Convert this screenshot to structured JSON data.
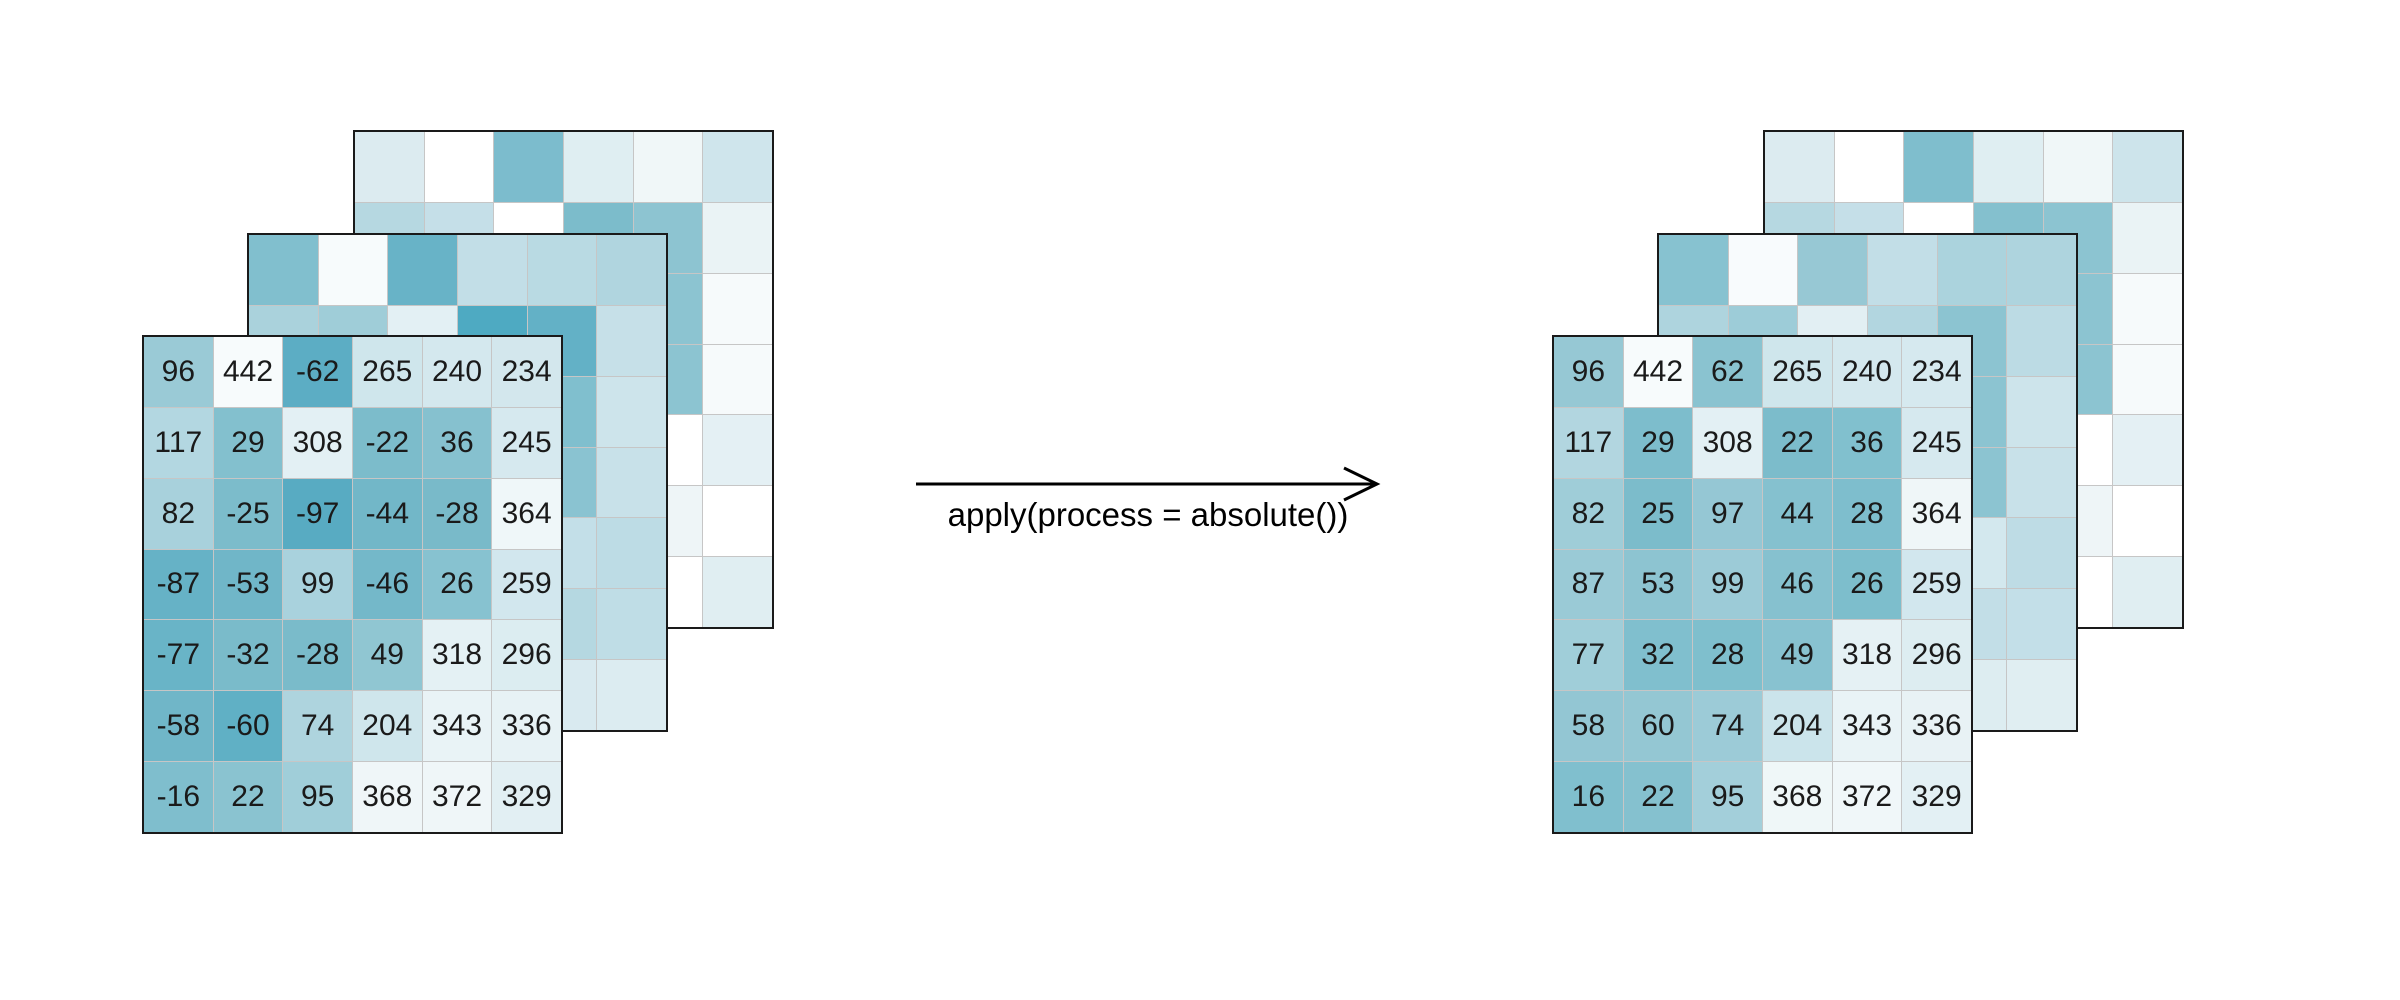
{
  "arrow_label": "apply(process = absolute())",
  "colors": {
    "background": "#ffffff",
    "grid_line": "#c6c6c6",
    "grid_border": "#1a1a1a",
    "value_text": "#1a1a1a",
    "arrow": "#000000"
  },
  "left_stack": {
    "role": "input datacube",
    "back": {
      "colors": [
        [
          "#dcebf0",
          "#ffffff",
          "#7cbccd",
          "#dfeef2",
          "#f0f7f8",
          "#cfe5ec"
        ],
        [
          "#b6d8e1",
          "#c5dfe8",
          "#ffffff",
          "#7cbccb",
          "#8dc4d1",
          "#eaf3f5"
        ],
        [
          null,
          null,
          null,
          null,
          "#8cc4d1",
          "#f6fafb"
        ],
        [
          null,
          null,
          null,
          null,
          "#8cc4d1",
          "#f6fafb"
        ],
        [
          null,
          null,
          null,
          null,
          "#ffffff",
          "#e4f0f4"
        ],
        [
          null,
          null,
          null,
          null,
          "#eef5f7",
          "#ffffff"
        ],
        [
          null,
          null,
          null,
          null,
          "#ffffff",
          "#e0eef2"
        ]
      ]
    },
    "middle": {
      "colors": [
        [
          "#81bfce",
          "#f7fbfc",
          "#68b3c7",
          "#c2dee7",
          "#b9dae3",
          "#b0d5df"
        ],
        [
          "#aad2dc",
          "#9fcdd8",
          "#e3f0f4",
          "#4eaac2",
          "#63b1c6",
          "#c6e0e8"
        ],
        [
          null,
          null,
          null,
          null,
          "#80bfce",
          "#cde4eb"
        ],
        [
          null,
          null,
          null,
          null,
          "#8ac3d1",
          "#c8e1e9"
        ],
        [
          null,
          null,
          null,
          null,
          "#c3dfe8",
          "#bddce5"
        ],
        [
          null,
          null,
          null,
          null,
          "#b5d8e1",
          "#bfdde6"
        ],
        [
          null,
          null,
          null,
          null,
          "#d9eaf0",
          "#dcecf1"
        ]
      ]
    },
    "front": {
      "values": [
        [
          96,
          442,
          -62,
          265,
          240,
          234
        ],
        [
          117,
          29,
          308,
          -22,
          36,
          245
        ],
        [
          82,
          -25,
          -97,
          -44,
          -28,
          364
        ],
        [
          -87,
          -53,
          99,
          -46,
          26,
          259
        ],
        [
          -77,
          -32,
          -28,
          49,
          318,
          296
        ],
        [
          -58,
          -60,
          74,
          204,
          343,
          336
        ],
        [
          -16,
          22,
          95,
          368,
          372,
          329
        ]
      ],
      "colors": [
        [
          "#9acad6",
          "#f7fbfc",
          "#5cadc4",
          "#cfe6ec",
          "#d4e8ee",
          "#d3e7ed"
        ],
        [
          "#b3d7e1",
          "#83c0ce",
          "#e3f0f4",
          "#7cbccb",
          "#86c1cf",
          "#d6e9ef"
        ],
        [
          "#a8d1dc",
          "#7cbccb",
          "#58abc2",
          "#72b7c8",
          "#79bac9",
          "#eff7f9"
        ],
        [
          "#66b2c6",
          "#70b6c8",
          "#a9d2dd",
          "#74b8c9",
          "#87c2d0",
          "#d2e7ee"
        ],
        [
          "#69b4c7",
          "#7abbca",
          "#7abbca",
          "#90c6d2",
          "#e4f1f4",
          "#dcedf1"
        ],
        [
          "#70b6c8",
          "#60b0c5",
          "#aed4de",
          "#cfe6ec",
          "#e9f3f6",
          "#e7f2f5"
        ],
        [
          "#7fbecd",
          "#8ac3d0",
          "#a0ced9",
          "#eff6f8",
          "#eff6f8",
          "#e2eff3"
        ]
      ]
    }
  },
  "right_stack": {
    "role": "output datacube",
    "back": {
      "colors": [
        [
          "#dcebf0",
          "#ffffff",
          "#7fbecd",
          "#dfeef2",
          "#f0f7f8",
          "#cde4eb"
        ],
        [
          "#b6d8e1",
          "#c5dfe8",
          "#ffffff",
          "#84c0ce",
          "#8cc4d1",
          "#eaf3f5"
        ],
        [
          null,
          null,
          null,
          null,
          "#8cc4d1",
          "#f6fafb"
        ],
        [
          null,
          null,
          null,
          null,
          "#8cc4d1",
          "#f6fafb"
        ],
        [
          null,
          null,
          null,
          null,
          "#ffffff",
          "#e4f0f4"
        ],
        [
          null,
          null,
          null,
          null,
          "#eef5f7",
          "#ffffff"
        ],
        [
          null,
          null,
          null,
          null,
          "#ffffff",
          "#e0eef2"
        ]
      ]
    },
    "middle": {
      "colors": [
        [
          "#87c2d0",
          "#f8fbfd",
          "#97c8d4",
          "#c2dee7",
          "#abd3dd",
          "#aed4de"
        ],
        [
          "#aed4de",
          "#9dccd8",
          "#e2eff3",
          "#b2d6e0",
          "#8cc4d1",
          "#bcdbe4"
        ],
        [
          null,
          null,
          null,
          null,
          "#8cc4d1",
          "#cde4eb"
        ],
        [
          null,
          null,
          null,
          null,
          "#8cc4d1",
          "#c8e1e9"
        ],
        [
          null,
          null,
          null,
          null,
          "#d3e8ee",
          "#bedce5"
        ],
        [
          null,
          null,
          null,
          null,
          "#c2dee7",
          "#c3dfe8"
        ],
        [
          null,
          null,
          null,
          null,
          "#ddedf1",
          "#e0eef2"
        ]
      ]
    },
    "front": {
      "values": [
        [
          96,
          442,
          62,
          265,
          240,
          234
        ],
        [
          117,
          29,
          308,
          22,
          36,
          245
        ],
        [
          82,
          25,
          97,
          44,
          28,
          364
        ],
        [
          87,
          53,
          99,
          46,
          26,
          259
        ],
        [
          77,
          32,
          28,
          49,
          318,
          296
        ],
        [
          58,
          60,
          74,
          204,
          343,
          336
        ],
        [
          16,
          22,
          95,
          368,
          372,
          329
        ]
      ],
      "colors": [
        [
          "#96c8d4",
          "#f7fbfc",
          "#8ac3d0",
          "#cfe6ec",
          "#d4e8ee",
          "#d6e9ef"
        ],
        [
          "#b2d6e0",
          "#7dbdcc",
          "#e3f0f4",
          "#7cbccb",
          "#81c0ce",
          "#d6e9ef"
        ],
        [
          "#9fcdd8",
          "#7cbccb",
          "#95c7d4",
          "#85c1cf",
          "#7ebecd",
          "#eff6f8"
        ],
        [
          "#9acad6",
          "#8dc4d1",
          "#9ccbd7",
          "#86c1cf",
          "#7dbecc",
          "#d2e7ee"
        ],
        [
          "#a0ced9",
          "#80bfce",
          "#7fbfcd",
          "#88c2d0",
          "#e5f1f4",
          "#ddedf1"
        ],
        [
          "#93c6d3",
          "#94c7d3",
          "#9ccbd7",
          "#cbe4eb",
          "#e9f3f6",
          "#e8f2f5"
        ],
        [
          "#80bfce",
          "#85c1cf",
          "#a3cfda",
          "#eff7f8",
          "#f0f7f9",
          "#e3f0f4"
        ]
      ]
    }
  }
}
